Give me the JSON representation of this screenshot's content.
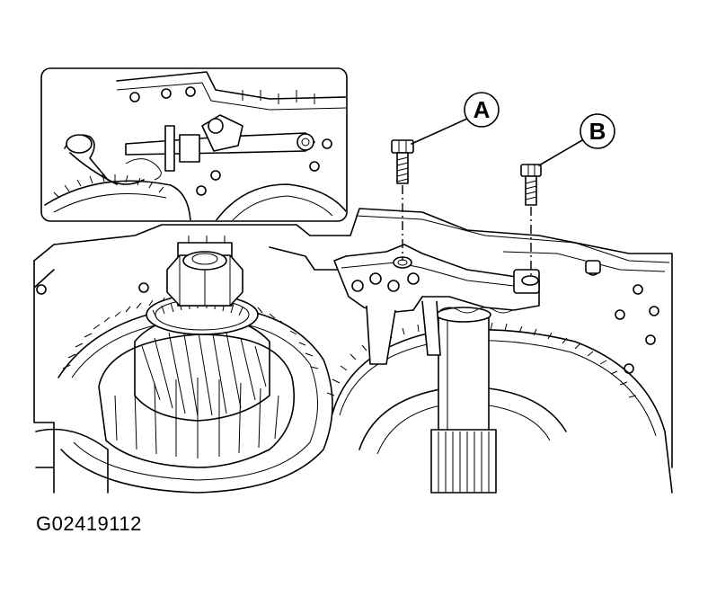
{
  "callouts": [
    {
      "id": "callout-a",
      "label": "A"
    },
    {
      "id": "callout-b",
      "label": "B"
    }
  ],
  "figure_id": "G02419112",
  "colors": {
    "line": "#000000",
    "background": "#ffffff"
  }
}
